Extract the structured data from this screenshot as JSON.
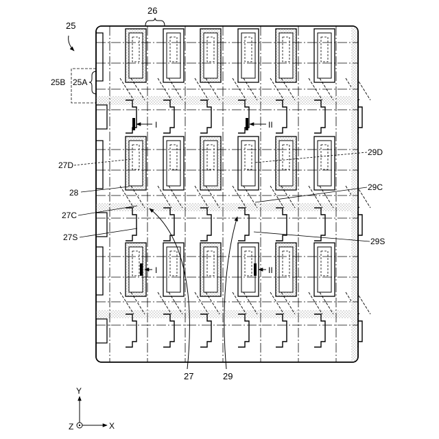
{
  "labels": {
    "device": "25",
    "region_b": "25B",
    "region_a": "25A",
    "pitch": "26",
    "drain_27": "27D",
    "line_28": "28",
    "channel_27": "27C",
    "source_27": "27S",
    "transistor_27": "27",
    "drain_29": "29D",
    "channel_29": "29C",
    "source_29": "29S",
    "transistor_29": "29",
    "cut_i": "I",
    "cut_ii": "II"
  },
  "axes": {
    "y": "Y",
    "x": "X",
    "z": "Z"
  }
}
